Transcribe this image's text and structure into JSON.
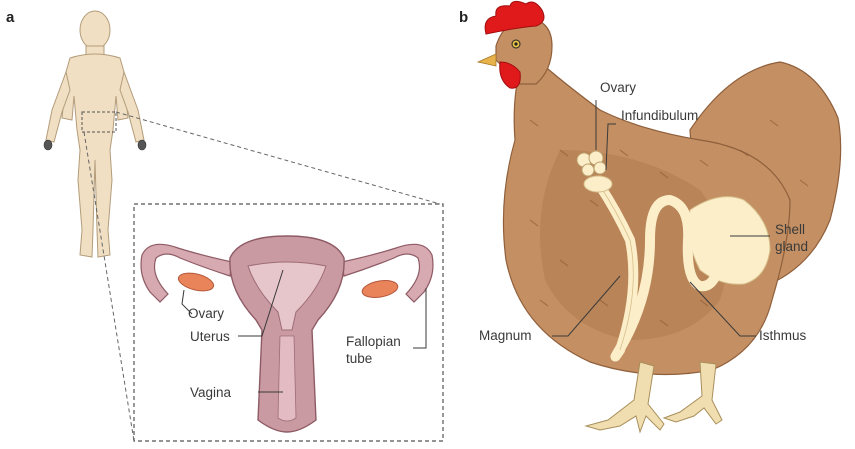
{
  "panel_a": {
    "letter": "a",
    "labels": {
      "ovary": "Ovary",
      "uterus": "Uterus",
      "vagina": "Vagina",
      "fallopian_line1": "Fallopian",
      "fallopian_line2": "tube"
    }
  },
  "panel_b": {
    "letter": "b",
    "labels": {
      "ovary": "Ovary",
      "infundibulum": "Infundibulum",
      "shell_line1": "Shell",
      "shell_line2": "gland",
      "magnum": "Magnum",
      "isthmus": "Isthmus"
    }
  },
  "colors": {
    "human_skin": "#f1dfc3",
    "uterus": "#c99aa2",
    "uterus_dark": "#9e6c76",
    "ovary_orange": "#e9845a",
    "hen_body": "#c49063",
    "hen_dark": "#a8734b",
    "comb_red": "#e0191b",
    "oviduct": "#fbeec9",
    "legs": "#f0ddb0"
  }
}
